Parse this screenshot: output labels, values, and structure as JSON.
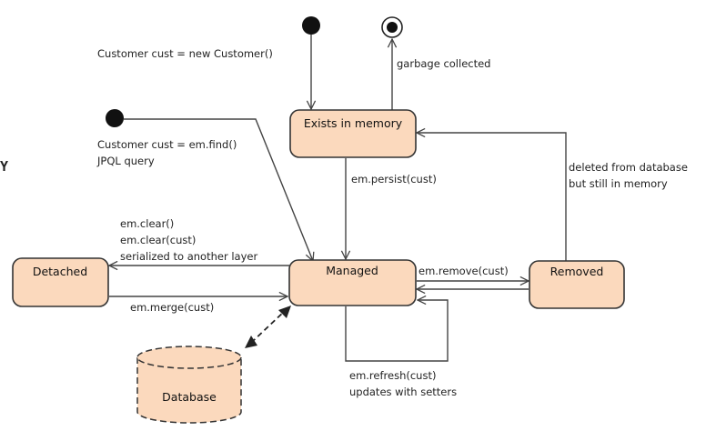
{
  "states": {
    "exists_in_memory": "Exists in memory",
    "managed": "Managed",
    "detached": "Detached",
    "removed": "Removed",
    "database": "Database"
  },
  "labels": {
    "new_customer": "Customer cust = new Customer()",
    "garbage_collected": "garbage collected",
    "find_line1": "Customer cust = em.find()",
    "find_line2": "JPQL query",
    "persist": "em.persist(cust)",
    "deleted_line1": "deleted from database",
    "deleted_line2": "but still in memory",
    "clear_line1": "em.clear()",
    "clear_line2": "em.clear(cust)",
    "clear_line3": "serialized to another layer",
    "merge": "em.merge(cust)",
    "remove": "em.remove(cust)",
    "refresh_line1": "em.refresh(cust)",
    "refresh_line2": "updates with setters"
  },
  "margin_glyph": "Y",
  "colors": {
    "state_fill": "#fbd9bd",
    "stroke": "#333333"
  }
}
